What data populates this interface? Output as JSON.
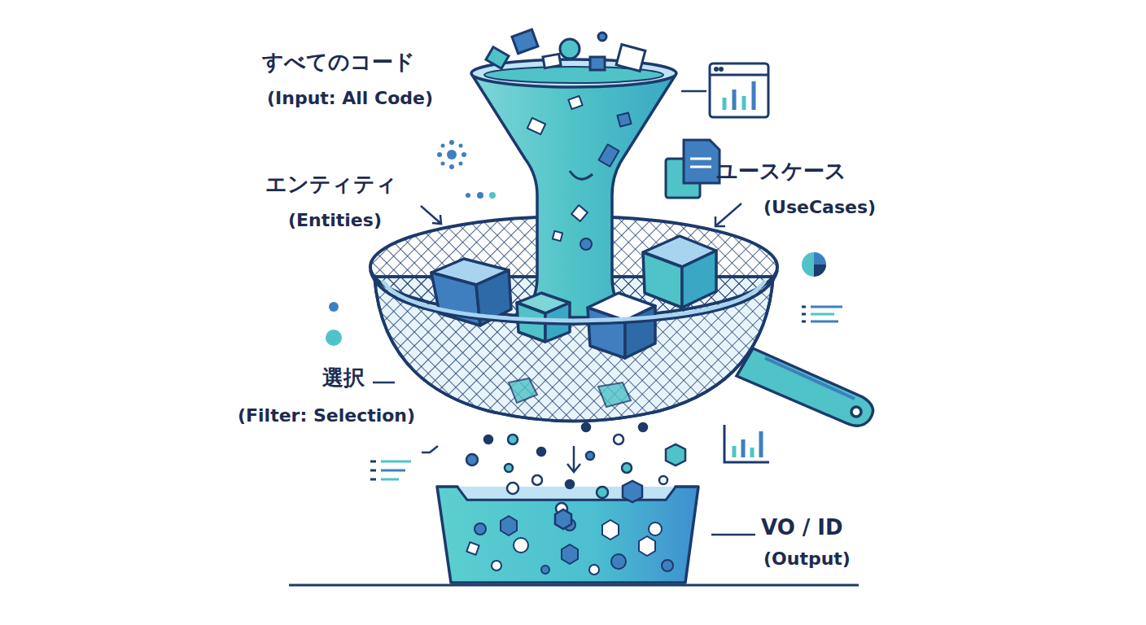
{
  "diagram": {
    "labels": [
      "すべてのコード",
      "(Input: All Code)",
      "エンティティ",
      "(Entities)",
      "ユースケース",
      "(UseCases)",
      "選択",
      "(Filter: Selection)",
      "VO / ID",
      "(Output)"
    ]
  }
}
